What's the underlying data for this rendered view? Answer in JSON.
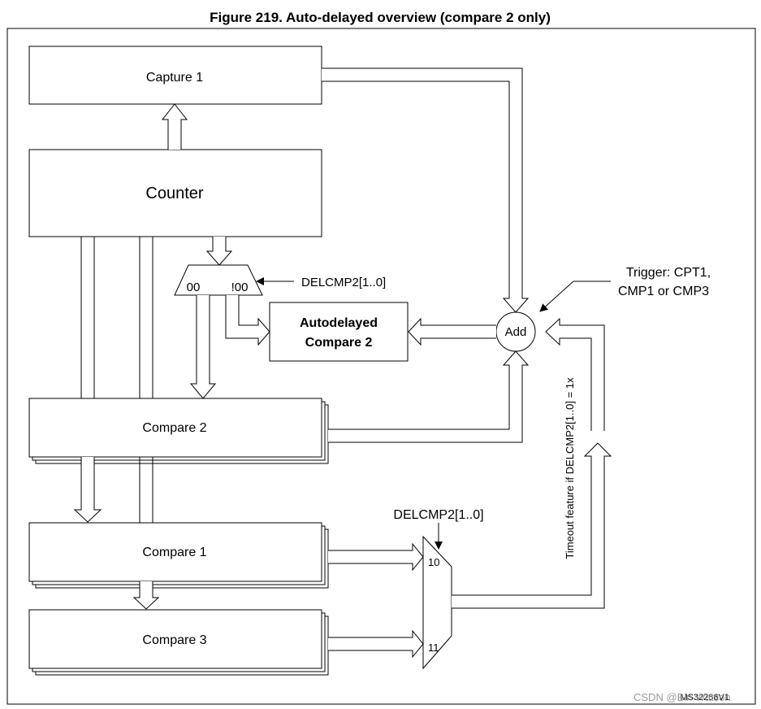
{
  "figure": {
    "title": "Figure 219. Auto-delayed overview (compare 2 only)"
  },
  "blocks": {
    "capture1": "Capture 1",
    "counter": "Counter",
    "compare2": "Compare 2",
    "compare1": "Compare 1",
    "compare3": "Compare 3",
    "autodelayed_line1": "Autodelayed",
    "autodelayed_line2": "Compare 2",
    "add": "Add"
  },
  "mux_top": {
    "input_left": "00",
    "input_right": "!00",
    "select_label": "DELCMP2[1..0]"
  },
  "mux_bottom": {
    "input_top": "10",
    "input_bottom": "11",
    "select_label": "DELCMP2[1..0]"
  },
  "trigger": {
    "line1": "Trigger: CPT1,",
    "line2": "CMP1 or CMP3"
  },
  "timeout_label": "Timeout feature if DELCMP2[1..0] = 1x",
  "footer": {
    "ref_code": "MS32266V1",
    "watermark": "CSDN @Bin Watson"
  }
}
